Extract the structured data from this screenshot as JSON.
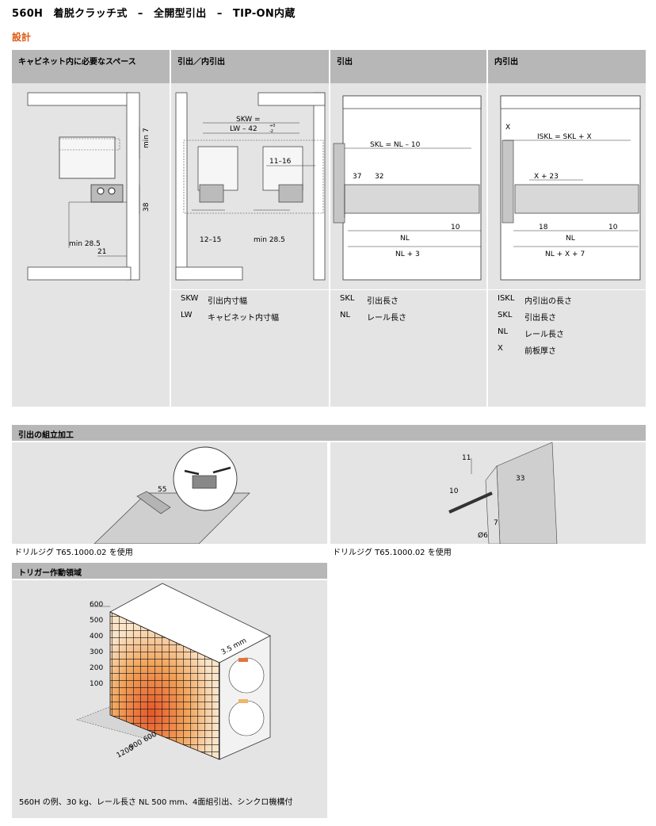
{
  "page": {
    "title": "560H　着脱クラッチ式　–　全開型引出　–　TIP-ON内蔵",
    "section": "設計"
  },
  "columns": [
    {
      "header": "キャビネット内に必要なスペース",
      "legend": []
    },
    {
      "header": "引出／内引出",
      "legend": [
        {
          "key": "SKW",
          "value": "引出内寸幅"
        },
        {
          "key": "LW",
          "value": "キャビネット内寸幅"
        }
      ]
    },
    {
      "header": "引出",
      "legend": [
        {
          "key": "SKL",
          "value": "引出長さ"
        },
        {
          "key": "NL",
          "value": "レール長さ"
        }
      ]
    },
    {
      "header": "内引出",
      "legend": [
        {
          "key": "ISKL",
          "value": "内引出の長さ"
        },
        {
          "key": "SKL",
          "value": "引出長さ"
        },
        {
          "key": "NL",
          "value": "レール長さ"
        },
        {
          "key": "X",
          "value": "前板厚さ"
        }
      ]
    }
  ],
  "diagram_labels": {
    "space": {
      "min7": "min 7",
      "d38": "38",
      "min285": "min 28.5",
      "d21": "21"
    },
    "drawer_inner": {
      "skw": "SKW =",
      "lw": "LW – 42",
      "tol_top": "+0",
      "tol_bot": "-2",
      "d1116": "11–16",
      "d1215": "12–15",
      "min285": "min 28.5"
    },
    "drawer": {
      "skl": "SKL = NL – 10",
      "d37": "37",
      "d32": "32",
      "d10": "10",
      "nl": "NL",
      "nl3": "NL + 3"
    },
    "inner_drawer": {
      "x": "X",
      "iskl": "ISKL = SKL + X",
      "x23": "X + 23",
      "d18": "18",
      "d10": "10",
      "nl": "NL",
      "nlx7": "NL + X + 7"
    }
  },
  "assembly": {
    "header": "引出の組立加工",
    "left_caption": "ドリルジグ T65.1000.02 を使用",
    "right_caption": "ドリルジグ T65.1000.02 を使用",
    "left_labels": {
      "d55": "55"
    },
    "right_labels": {
      "d11": "11",
      "d33": "33",
      "d10": "10",
      "d7": "7",
      "dia6": "Ø6"
    }
  },
  "trigger": {
    "header": "トリガー作動領域",
    "y_ticks": [
      "600",
      "500",
      "400",
      "300",
      "200",
      "100"
    ],
    "depths": [
      "600",
      "900",
      "1200"
    ],
    "gap": "3.5 mm",
    "caption": "560H の例、30 kg、レール長さ NL 500 mm、4面組引出、シンクロ機構付"
  },
  "colors": {
    "header_gray": "#b7b7b7",
    "panel_gray": "#e4e4e4",
    "accent": "#e05a12"
  }
}
